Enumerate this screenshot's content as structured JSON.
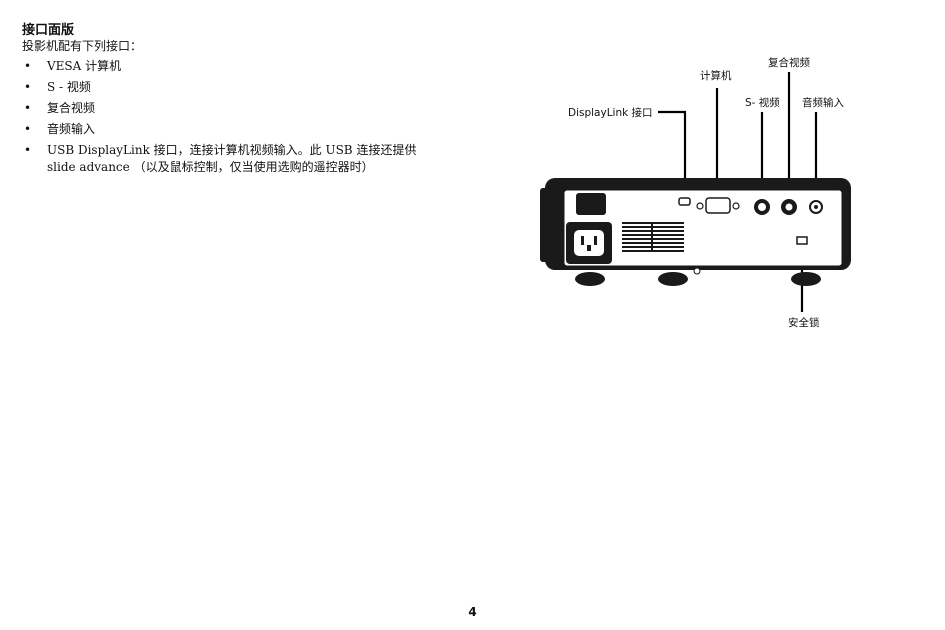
{
  "heading": "接口面版",
  "intro": "投影机配有下列接口：",
  "ports": [
    "VESA 计算机",
    "S - 视频",
    "复合视频",
    "音频输入",
    "USB DisplayLink 接口，连接计算机视频输入。此 USB 连接还提供 slide advance （以及鼠标控制，仅当使用选购的遥控器时）"
  ],
  "diagram": {
    "labels": {
      "composite": "复合视频",
      "computer": "计算机",
      "svideo": "S- 视频",
      "audio": "音频输入",
      "displaylink": "DisplayLink 接口",
      "security": "安全锁"
    }
  },
  "page_number": "4"
}
